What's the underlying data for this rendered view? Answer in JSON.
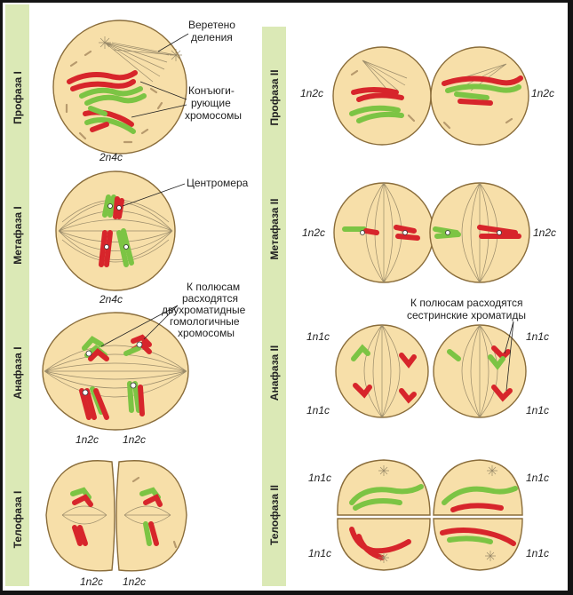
{
  "stages_meiosis1": [
    "Профаза I",
    "Метафаза I",
    "Анафаза I",
    "Телофаза I"
  ],
  "stages_meiosis2": [
    "Профаза II",
    "Метафаза II",
    "Анафаза II",
    "Телофаза II"
  ],
  "annotations": {
    "spindle_line1": "Веретено",
    "spindle_line2": "деления",
    "conj_line1": "Конъюги-",
    "conj_line2": "рующие",
    "conj_line3": "хромосомы",
    "centromere": "Центромера",
    "anaph1_line1": "К полюсам",
    "anaph1_line2": "расходятся",
    "anaph1_line3": "двухроматидные",
    "anaph1_line4": "гомологичные",
    "anaph1_line5": "хромосомы",
    "anaph2_line1": "К полюсам расходятся",
    "anaph2_line2": "сестринские хроматиды"
  },
  "formulas": {
    "prophase1": "2n4c",
    "metaphase1": "2n4c",
    "anaphase1_left": "1n2c",
    "anaphase1_right": "1n2c",
    "telophase1_left": "1n2c",
    "telophase1_right": "1n2c",
    "prophase2_left": "1n2c",
    "prophase2_right": "1n2c",
    "metaphase2_left": "1n2c",
    "metaphase2_right": "1n2c",
    "anaphase2_tl": "1n1c",
    "anaphase2_tr": "1n1c",
    "anaphase2_bl": "1n1c",
    "anaphase2_br": "1n1c",
    "telophase2_tl": "1n1c",
    "telophase2_tr": "1n1c",
    "telophase2_bl": "1n1c",
    "telophase2_br": "1n1c"
  },
  "colors": {
    "background": "#ffffff",
    "stage_bar": "#dbe9b6",
    "cell_fill": "#f7dfa9",
    "chromosome_maternal": "#d7252b",
    "chromosome_paternal": "#7cc444"
  }
}
